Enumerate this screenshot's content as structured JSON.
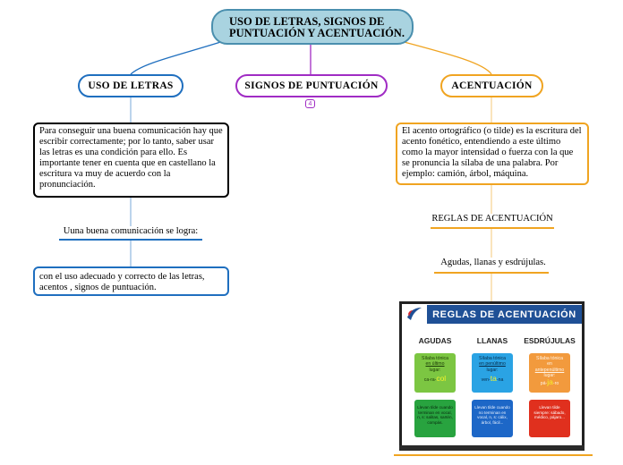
{
  "root": {
    "line1": "USO DE LETRAS, SIGNOS DE",
    "line2": "PUNTUACIÓN Y ACENTUACIÓN."
  },
  "branches": {
    "left": "USO DE LETRAS",
    "middle": "SIGNOS DE PUNTUACIÓN",
    "middle_badge": "4",
    "right": "ACENTUACIÓN"
  },
  "left": {
    "box1": "Para conseguir una buena comunicación hay que escribir correctamente; por lo tanto, saber usar las letras es una condición para ello. Es importante tener en cuenta que en castellano la escritura va muy de acuerdo con la pronunciación.",
    "label": "Uuna buena comunicación se logra:",
    "box2": "con el uso adecuado y correcto de las letras, acentos , signos de puntuación."
  },
  "right": {
    "box1": "El acento ortográfico (o tilde) es la escritura del acento fonético, entendiendo a este último como la mayor intensidad o fuerza con la que se pronuncia la sílaba de una palabra. Por ejemplo: camión, árbol, máquina.",
    "label1": "REGLAS DE ACENTUACIÓN",
    "label2": "Agudas, llanas y esdrújulas."
  },
  "image": {
    "header": "REGLAS DE ACENTUACIÓN",
    "columns": [
      {
        "title": "AGUDAS",
        "top_lines": [
          "Sílaba tónica",
          "en último",
          "lugar:"
        ],
        "example_pre": "ca-ra-",
        "example_hl": "col",
        "bottom": "Llevan tilde cuando terminan en vocal, n, s: salitas, sartén, compás."
      },
      {
        "title": "LLANAS",
        "top_lines": [
          "Sílaba tónica",
          "en penúltimo",
          "lugar:"
        ],
        "example_pre": "ven-",
        "example_hl": "ta",
        "example_post": "-na",
        "bottom": "Llevan tilde cuando no terminan en vocal, n, s: cálix, árbol, fácil..."
      },
      {
        "title": "ESDRÚJULAS",
        "top_lines": [
          "Sílaba tónica",
          "en",
          "antepenúltimo",
          "lugar:"
        ],
        "example_pre": "pá-",
        "example_hl": "ja",
        "example_post": "-ro",
        "bottom": "Llevan tilde siempre: sábado, médico, pájaro..."
      }
    ]
  },
  "colors": {
    "root_fill": "#a9d3e0",
    "blue": "#1f6fbf",
    "purple": "#a02cc4",
    "orange": "#f0a421"
  }
}
